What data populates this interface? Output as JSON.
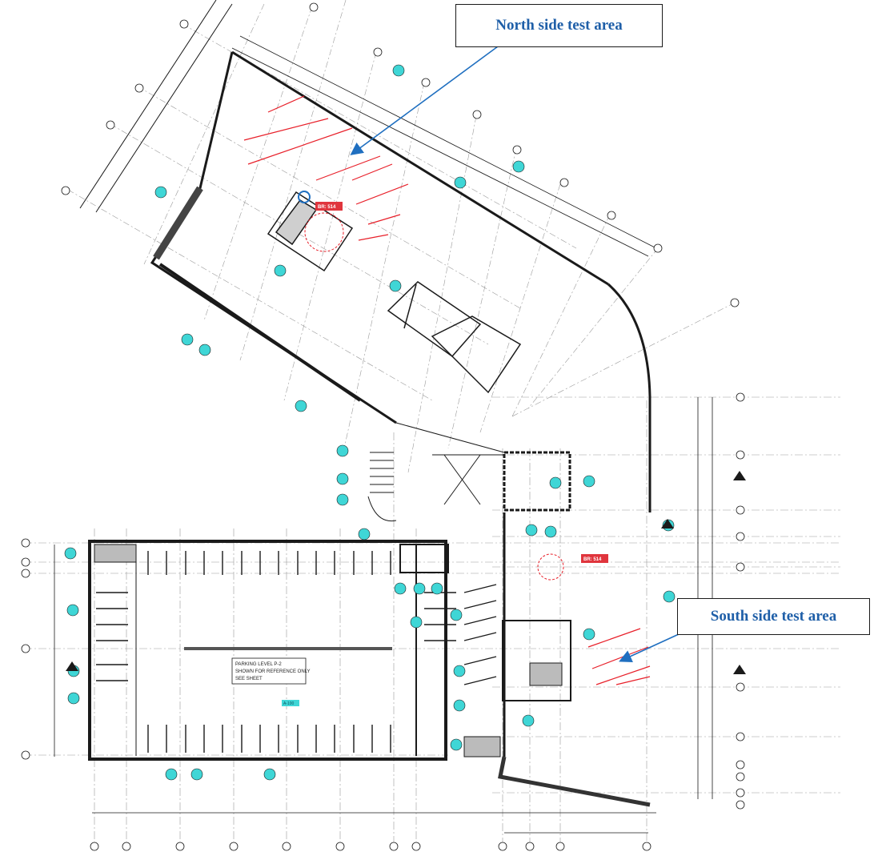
{
  "callouts": {
    "north": "North side test area",
    "south": "South side test area"
  },
  "tags": {
    "north_red": "BR: 514",
    "south_red": "BR: 514",
    "parking_note_line1": "PARKING LEVEL P-2",
    "parking_note_line2": "SHOWN FOR REFERENCE ONLY",
    "parking_note_line3": "SEE SHEET",
    "parking_ref": "A-100"
  },
  "colors": {
    "callout_text": "#1f5fa8",
    "arrow": "#1f6fc0",
    "hatch": "#e8202a",
    "wall": "#1a1a1a",
    "tag_teal": "#3fd6d6",
    "tag_red": "#e0353d"
  }
}
